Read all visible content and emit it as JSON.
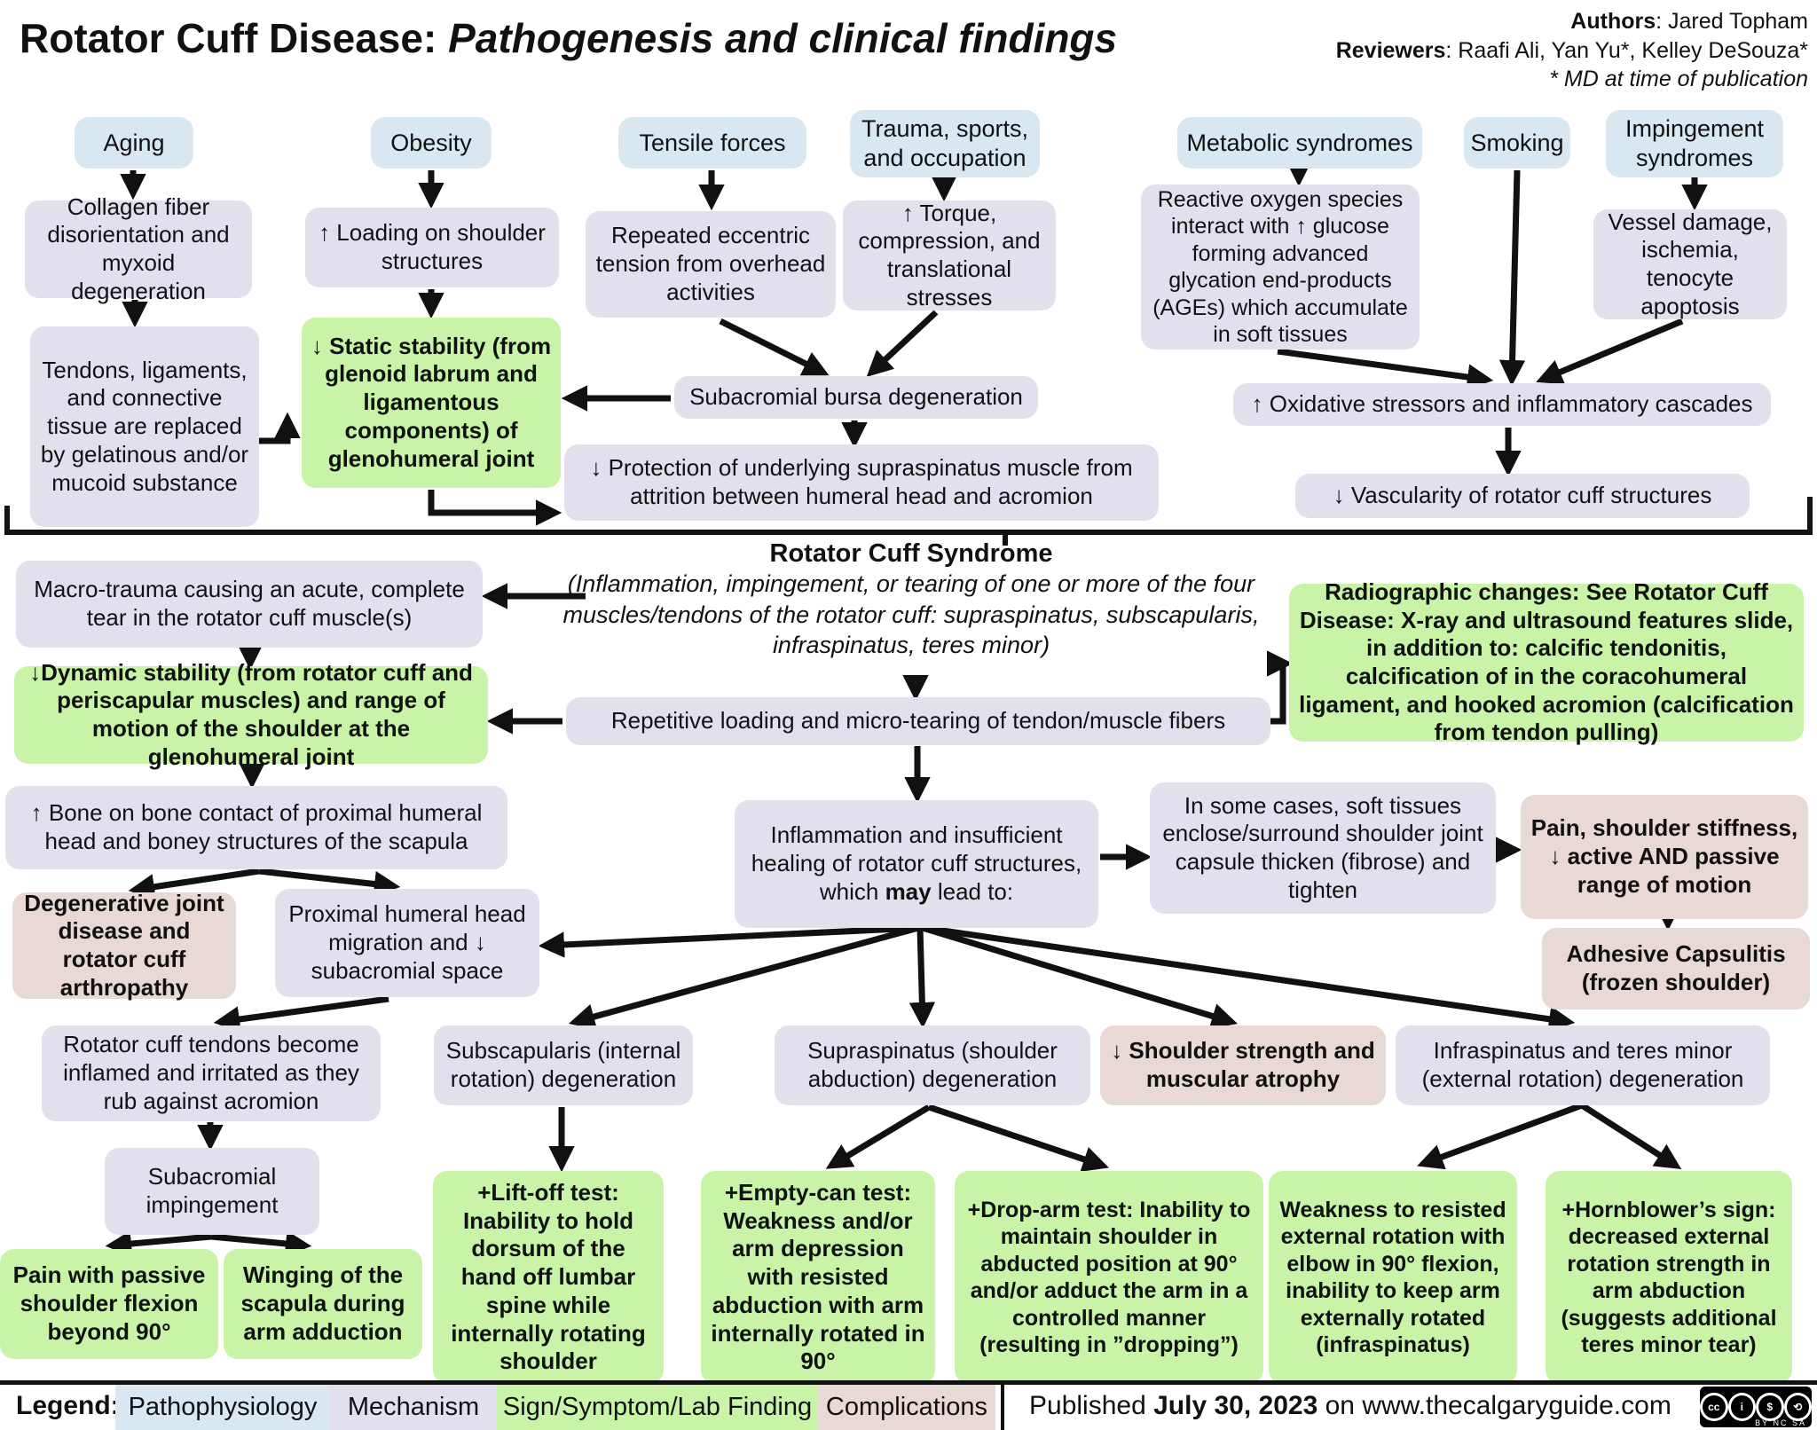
{
  "header": {
    "title": "Rotator Cuff Disease:",
    "subtitle": " Pathogenesis and clinical findings",
    "authors_label": "Authors",
    "authors_rest": ": Jared Topham",
    "reviewers_label": "Reviewers",
    "reviewers_rest": ": Raafi Ali, Yan Yu*, Kelley DeSouza*",
    "footnote": "* MD at time of publication"
  },
  "nodes": {
    "aging": "Aging",
    "obesity": "Obesity",
    "tensile": "Tensile forces",
    "trauma": "Trauma, sports, and occupation",
    "metabolic": "Metabolic syndromes",
    "smoking": "Smoking",
    "impingement": "Impingement syndromes",
    "collagen": "Collagen fiber disorientation and myxoid degeneration",
    "loading": "↑ Loading on shoulder structures",
    "repeated": "Repeated eccentric tension from overhead activities",
    "torque": "↑ Torque, compression, and translational stresses",
    "reactive": "Reactive oxygen species interact with ↑ glucose forming advanced glycation end-products (AGEs) which accumulate in soft tissues",
    "vessel": "Vessel damage, ischemia, tenocyte apoptosis",
    "tendons": "Tendons, ligaments, and connective tissue are replaced by gelatinous and/or mucoid substance",
    "static_stability": "↓ Static stability (from glenoid labrum and ligamentous components) of glenohumeral joint",
    "bursa": "Subacromial bursa degeneration",
    "protection": "↓ Protection of underlying supraspinatus muscle from attrition between humeral head and acromion",
    "oxidative": "↑ Oxidative stressors and inflammatory cascades",
    "vascularity": "↓ Vascularity of rotator cuff structures",
    "macro": "Macro-trauma causing an acute, complete tear in the rotator cuff muscle(s)",
    "dynamic_stability": "↓Dynamic stability (from rotator cuff and periscapular muscles) and range of motion of the shoulder at the glenohumeral joint",
    "repetitive": "Repetitive loading and micro-tearing of tendon/muscle fibers",
    "radiographic": "Radiographic changes: See Rotator Cuff Disease: X-ray and ultrasound features slide, in addition to: calcific tendonitis, calcification of in the coracohumeral ligament, and hooked acromion (calcification from tendon pulling)",
    "bone": "↑ Bone on bone contact of proximal humeral head and boney structures of the scapula",
    "degen": "Degenerative joint disease and rotator cuff arthropathy",
    "proximal": "Proximal humeral head migration and ↓ subacromial space",
    "insome": "In some cases, soft tissues enclose/surround shoulder joint capsule thicken (fibrose) and tighten",
    "painstiff": "Pain, shoulder stiffness, ↓ active AND passive range of motion",
    "adhesive": "Adhesive Capsulitis (frozen shoulder)",
    "rctendons": "Rotator cuff tendons become inflamed and irritated as they rub against acromion",
    "subimp": "Subacromial impingement",
    "pain90": "Pain with passive shoulder flexion beyond 90°",
    "winging": "Winging of the scapula during arm adduction",
    "subscap": "Subscapularis (internal rotation) degeneration",
    "supra": "Supraspinatus (shoulder abduction) degeneration",
    "strength": "↓ Shoulder strength and muscular atrophy",
    "infra": "Infraspinatus and teres minor (external rotation) degeneration",
    "liftoff": "+Lift-off test: Inability to hold dorsum of the hand off lumbar spine while internally rotating shoulder",
    "emptycan": "+Empty-can test: Weakness and/or arm depression with resisted abduction with arm internally rotated in 90°",
    "droparm": "+Drop-arm test: Inability to maintain shoulder in abducted position at 90° and/or adduct the arm in a controlled manner (resulting in ”dropping”)",
    "weakness": "Weakness to resisted external rotation with elbow in 90° flexion, inability to keep arm externally rotated (infraspinatus)",
    "hornblower": "+Hornblower’s sign: decreased external rotation strength in arm abduction (suggests additional teres minor tear)"
  },
  "rcs": {
    "title": "Rotator Cuff Syndrome",
    "description": "(Inflammation, impingement, or tearing of one or more of the four muscles/tendons of the rotator cuff: supraspinatus, subscapularis, infraspinatus, teres minor)"
  },
  "inflammation": {
    "before": "Inflammation and insufficient healing of rotator cuff structures, which ",
    "bold": "may",
    "after": " lead to:"
  },
  "legend": {
    "label": "Legend:",
    "items": [
      {
        "label": "Pathophysiology",
        "color": "#d9e8f0"
      },
      {
        "label": "Mechanism",
        "color": "#e3e0ee"
      },
      {
        "label": "Sign/Symptom/Lab Finding",
        "color": "#c9f4a8"
      },
      {
        "label": "Complications",
        "color": "#e9d9d5"
      }
    ]
  },
  "footer": {
    "published_prefix": "Published ",
    "published_date": "July 30, 2023",
    "published_mid": " on ",
    "published_site": "www.thecalgaryguide.com",
    "cc_caption": "BY NC SA",
    "cc_circles": [
      "cc",
      "i",
      "$",
      "⟲"
    ]
  },
  "colors": {
    "pathophysiology": "#d9e8f0",
    "mechanism": "#e3e0ee",
    "sign_symptom": "#c9f4a8",
    "complications": "#e9d9d5",
    "arrow": "#111111"
  }
}
